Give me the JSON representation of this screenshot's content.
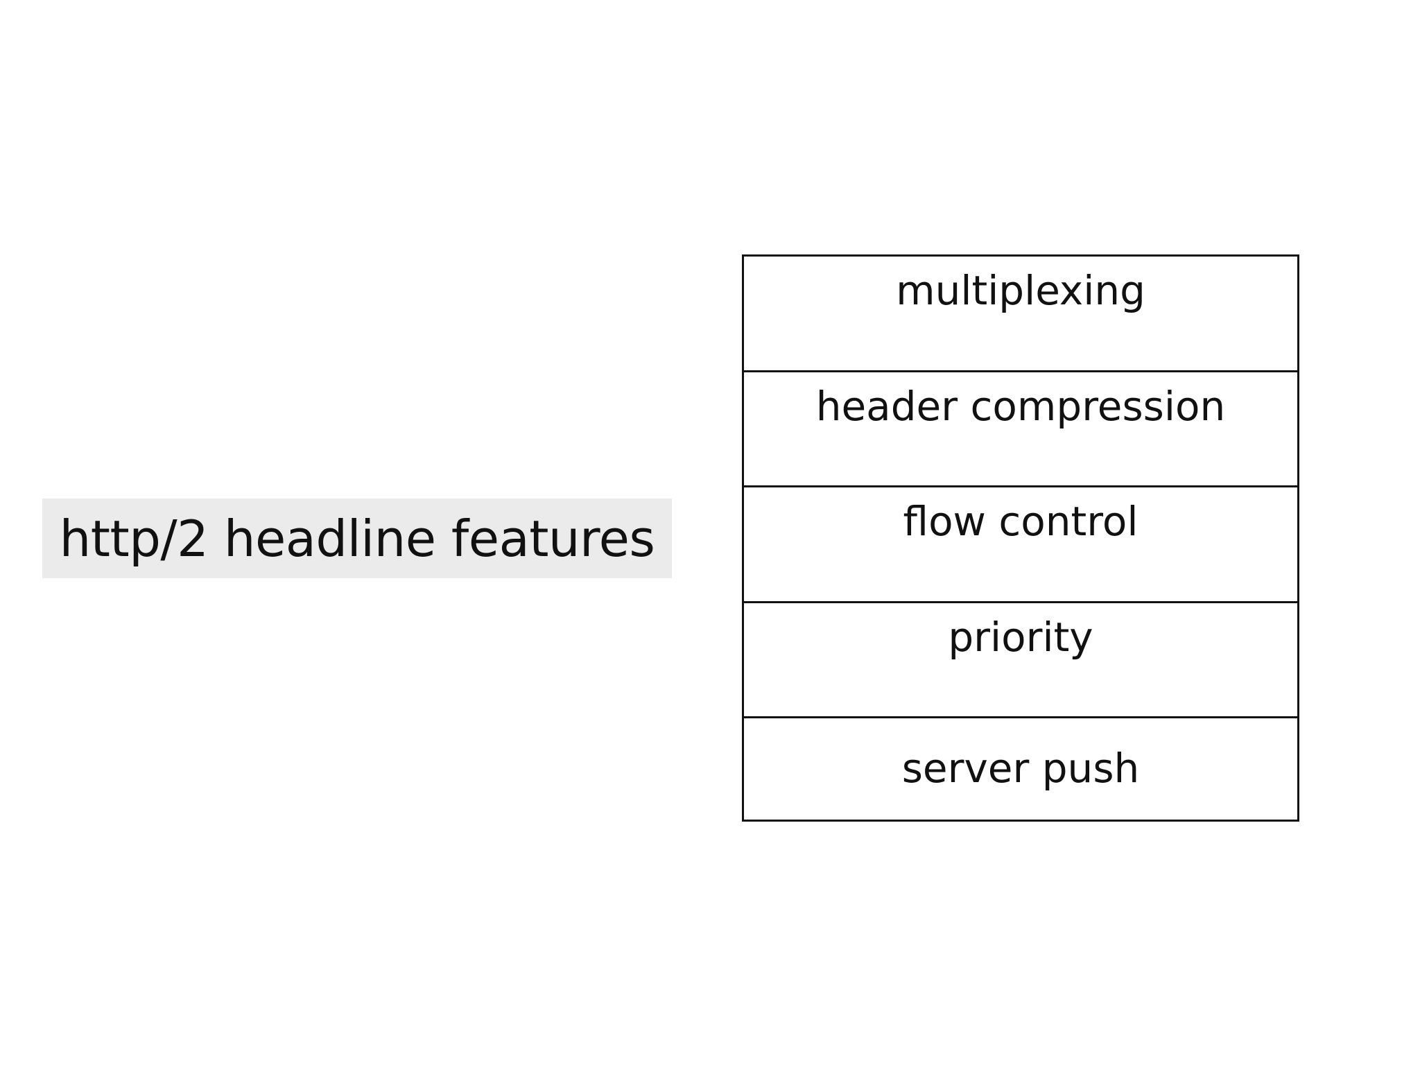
{
  "title": "http/2 headline features",
  "layers": [
    {
      "label": "multiplexing"
    },
    {
      "label": "header compression"
    },
    {
      "label": "flow control"
    },
    {
      "label": "priority"
    },
    {
      "label": "server push"
    }
  ],
  "colors": {
    "background": "#ffffff",
    "title_highlight": "#ebebeb",
    "text": "#111111",
    "border": "#111111"
  }
}
